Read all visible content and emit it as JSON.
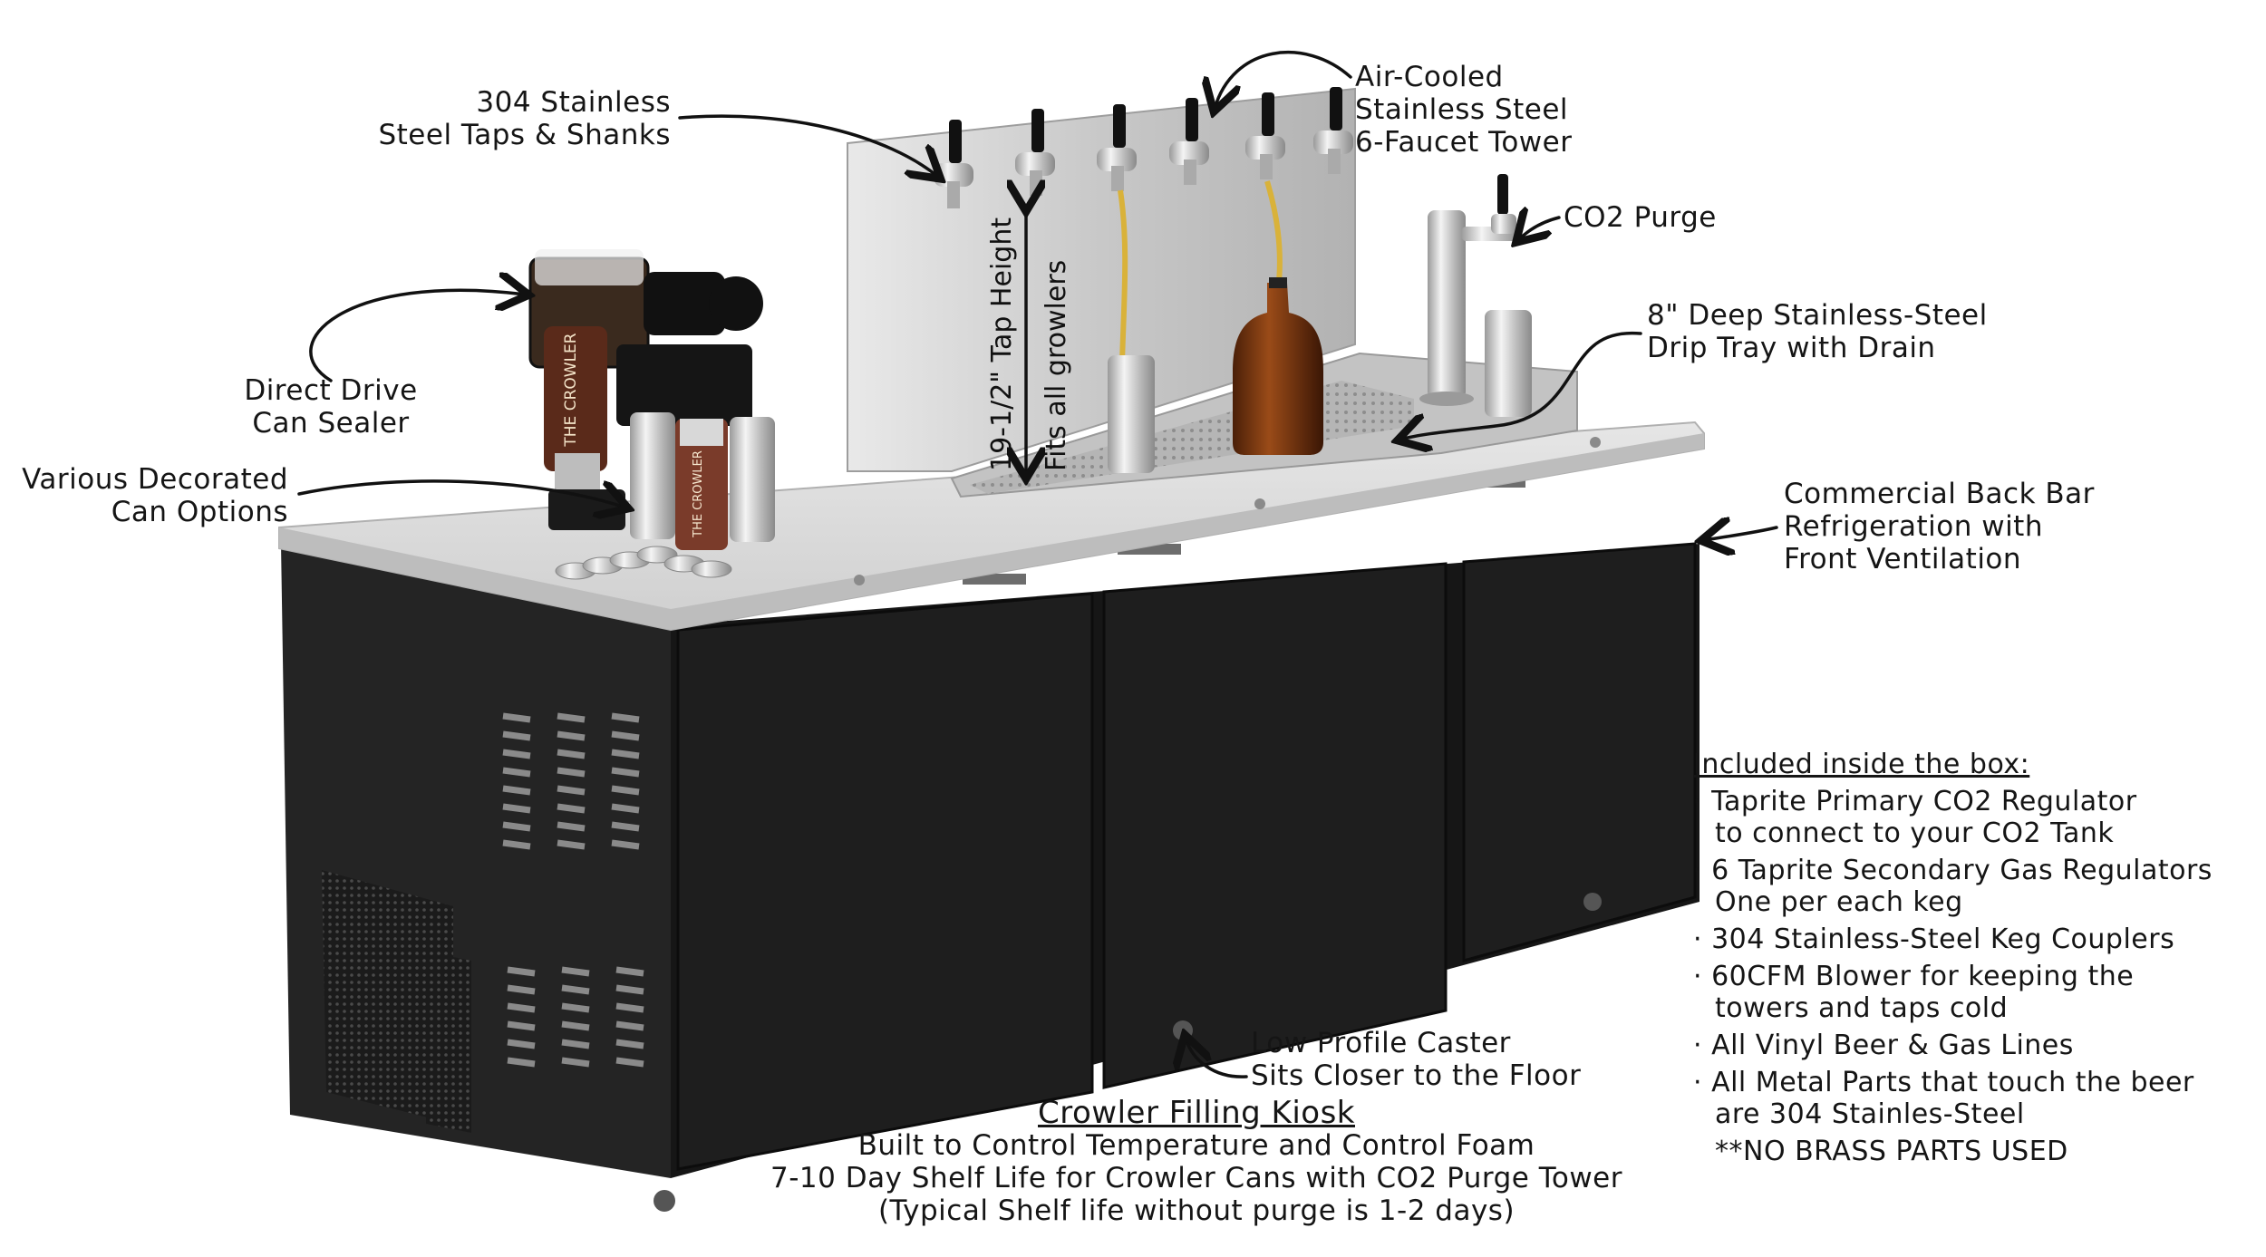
{
  "callouts": {
    "taps": [
      "304 Stainless",
      "Steel Taps & Shanks"
    ],
    "tower": [
      "Air-Cooled",
      "Stainless Steel",
      "6-Faucet Tower"
    ],
    "co2": [
      "CO2 Purge"
    ],
    "drip_tray": [
      "8\" Deep Stainless-Steel",
      "Drip Tray with Drain"
    ],
    "sealer": [
      "Direct Drive",
      "Can Sealer"
    ],
    "cans": [
      "Various Decorated",
      "Can Options"
    ],
    "refrigeration": [
      "Commercial Back Bar",
      "Refrigeration with",
      "Front Ventilation"
    ],
    "caster": [
      "Low Profile Caster",
      "Sits Closer to the Floor"
    ],
    "tap_height": [
      "19-1/2\" Tap Height",
      "Fits all growlers"
    ]
  },
  "kiosk": {
    "title": "Crowler Filling Kiosk",
    "lines": [
      "Built to Control Temperature and Control Foam",
      "7-10 Day Shelf Life for Crowler Cans with CO2 Purge Tower",
      "(Typical Shelf life without purge is 1-2 days)"
    ]
  },
  "included": {
    "title": "Included inside the box:",
    "items": [
      [
        "Taprite Primary CO2 Regulator",
        "to connect to your CO2 Tank"
      ],
      [
        "6 Taprite Secondary Gas Regulators",
        "One per each keg"
      ],
      [
        "304 Stainless-Steel Keg Couplers"
      ],
      [
        "60CFM Blower for keeping the",
        "towers and taps cold"
      ],
      [
        "All Vinyl Beer & Gas Lines"
      ],
      [
        "All Metal Parts that touch the beer",
        "are 304 Stainles-Steel"
      ]
    ],
    "note": "**NO BRASS PARTS USED"
  },
  "product": {
    "can_brand": "THE CROWLER"
  },
  "colors": {
    "cabinet": "#1c1c1c",
    "countertop": "#d8d8d8",
    "steel": "#c9c9c9",
    "beer": "#7a3a12"
  }
}
